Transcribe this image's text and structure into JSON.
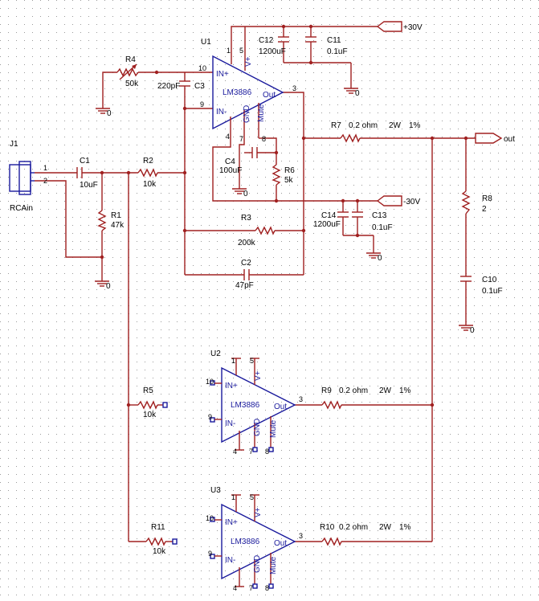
{
  "components": {
    "U1": {
      "ref": "U1",
      "part": "LM3886",
      "in_plus": "IN+",
      "in_minus": "IN-",
      "out": "Out",
      "vplus": "V+",
      "gnd": "GND",
      "mute": "Mute",
      "pins": {
        "p1": "1",
        "p5": "5",
        "p10": "10",
        "p9": "9",
        "p3": "3",
        "p4": "4",
        "p7": "7",
        "p8": "8"
      }
    },
    "U2": {
      "ref": "U2",
      "part": "LM3886",
      "in_plus": "IN+",
      "in_minus": "IN-",
      "out": "Out",
      "vplus": "V+",
      "gnd": "GND",
      "mute": "Mute",
      "pins": {
        "p1": "1",
        "p5": "5",
        "p10": "10",
        "p9": "9",
        "p3": "3",
        "p4": "4",
        "p7": "7",
        "p8": "8"
      }
    },
    "U3": {
      "ref": "U3",
      "part": "LM3886",
      "in_plus": "IN+",
      "in_minus": "IN-",
      "out": "Out",
      "vplus": "V+",
      "gnd": "GND",
      "mute": "Mute",
      "pins": {
        "p1": "1",
        "p5": "5",
        "p10": "10",
        "p9": "9",
        "p3": "3",
        "p4": "4",
        "p7": "7",
        "p8": "8"
      }
    },
    "J1": {
      "ref": "J1",
      "value": "RCAin",
      "pin1": "1",
      "pin2": "2"
    },
    "C1": {
      "ref": "C1",
      "value": "10uF"
    },
    "R1": {
      "ref": "R1",
      "value": "47k"
    },
    "R2": {
      "ref": "R2",
      "value": "10k"
    },
    "R3": {
      "ref": "R3",
      "value": "200k"
    },
    "C2": {
      "ref": "C2",
      "value": "47pF"
    },
    "R4": {
      "ref": "R4",
      "value": "50k"
    },
    "C3": {
      "ref": "C3",
      "value": "220pF"
    },
    "C4": {
      "ref": "C4",
      "value": "100uF"
    },
    "R6": {
      "ref": "R6",
      "value": "5k"
    },
    "C12": {
      "ref": "C12",
      "value": "1200uF"
    },
    "C11": {
      "ref": "C11",
      "value": "0.1uF"
    },
    "C14": {
      "ref": "C14",
      "value": "1200uF"
    },
    "C13": {
      "ref": "C13",
      "value": "0.1uF"
    },
    "R7": {
      "ref": "R7",
      "value": "0.2 ohm",
      "power": "2W",
      "tol": "1%"
    },
    "R9": {
      "ref": "R9",
      "value": "0.2 ohm",
      "power": "2W",
      "tol": "1%"
    },
    "R10": {
      "ref": "R10",
      "value": "0.2 ohm",
      "power": "2W",
      "tol": "1%"
    },
    "R8": {
      "ref": "R8",
      "value": "2"
    },
    "C10": {
      "ref": "C10",
      "value": "0.1uF"
    },
    "R5": {
      "ref": "R5",
      "value": "10k"
    },
    "R11": {
      "ref": "R11",
      "value": "10k"
    }
  },
  "ports": {
    "vpos": "+30V",
    "vneg": "-30V",
    "out": "out"
  },
  "ground": "0"
}
